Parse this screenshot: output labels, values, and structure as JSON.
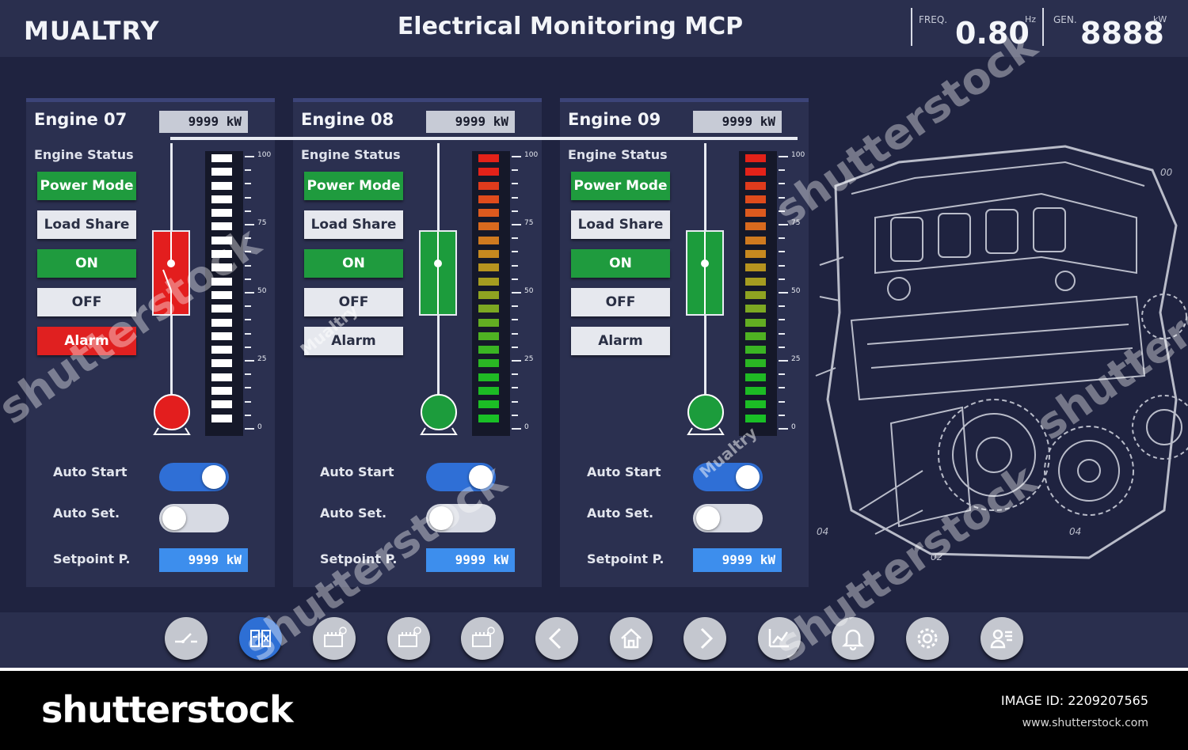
{
  "header": {
    "brand": "MUALTRY",
    "title": "Electrical Monitoring MCP",
    "freq": {
      "label": "FREQ.",
      "value": "0.80",
      "unit": "Hz"
    },
    "gen": {
      "label": "GEN.",
      "value": "8888",
      "unit": "kW"
    }
  },
  "engines": [
    {
      "name": "Engine 07",
      "power": "9999 kW",
      "status_label": "Engine Status",
      "buttons": {
        "power_mode": "Power Mode",
        "load_share": "Load Share",
        "on": "ON",
        "off": "OFF",
        "alarm": "Alarm"
      },
      "state_color": "#e31e1e",
      "alarm_active": true,
      "gauge_style": "white",
      "auto_start": {
        "label": "Auto Start",
        "on": true
      },
      "auto_set": {
        "label": "Auto Set.",
        "on": false
      },
      "setpoint": {
        "label": "Setpoint P.",
        "value": "9999 kW"
      }
    },
    {
      "name": "Engine 08",
      "power": "9999 kW",
      "status_label": "Engine Status",
      "buttons": {
        "power_mode": "Power Mode",
        "load_share": "Load Share",
        "on": "ON",
        "off": "OFF",
        "alarm": "Alarm"
      },
      "state_color": "#1c9c3c",
      "alarm_active": false,
      "gauge_style": "color",
      "auto_start": {
        "label": "Auto Start",
        "on": true
      },
      "auto_set": {
        "label": "Auto Set.",
        "on": false
      },
      "setpoint": {
        "label": "Setpoint P.",
        "value": "9999 kW"
      }
    },
    {
      "name": "Engine 09",
      "power": "9999 kW",
      "status_label": "Engine Status",
      "buttons": {
        "power_mode": "Power Mode",
        "load_share": "Load Share",
        "on": "ON",
        "off": "OFF",
        "alarm": "Alarm"
      },
      "state_color": "#1c9c3c",
      "alarm_active": false,
      "gauge_style": "color",
      "auto_start": {
        "label": "Auto Start",
        "on": true
      },
      "auto_set": {
        "label": "Auto Set.",
        "on": false
      },
      "setpoint": {
        "label": "Setpoint P.",
        "value": "9999 kW"
      }
    }
  ],
  "gauge_scale": [
    "100",
    "75",
    "50",
    "25",
    "0"
  ],
  "engine_art_labels": [
    "00",
    "04",
    "02",
    "04"
  ],
  "nav": [
    {
      "icon": "breaker-switch-icon",
      "active": false
    },
    {
      "icon": "generator-sync-icon",
      "active": true
    },
    {
      "icon": "engine-1-icon",
      "active": false
    },
    {
      "icon": "engine-2-icon",
      "active": false
    },
    {
      "icon": "engine-3-icon",
      "active": false
    },
    {
      "icon": "chevron-left-icon",
      "active": false
    },
    {
      "icon": "home-icon",
      "active": false
    },
    {
      "icon": "chevron-right-icon",
      "active": false
    },
    {
      "icon": "trend-chart-icon",
      "active": false
    },
    {
      "icon": "bell-icon",
      "active": false
    },
    {
      "icon": "gear-icon",
      "active": false
    },
    {
      "icon": "user-list-icon",
      "active": false
    }
  ],
  "footer": {
    "logo": "shutterstock",
    "image_id": "IMAGE ID: 2209207565",
    "url": "www.shutterstock.com"
  },
  "watermarks": {
    "shutterstock": "shutterstock",
    "mualtry": "Mualtry"
  },
  "colors": {
    "accent_blue": "#2f6fd6",
    "ok_green": "#1f9b3e",
    "alarm_red": "#e02020",
    "background": "#1f2340"
  }
}
